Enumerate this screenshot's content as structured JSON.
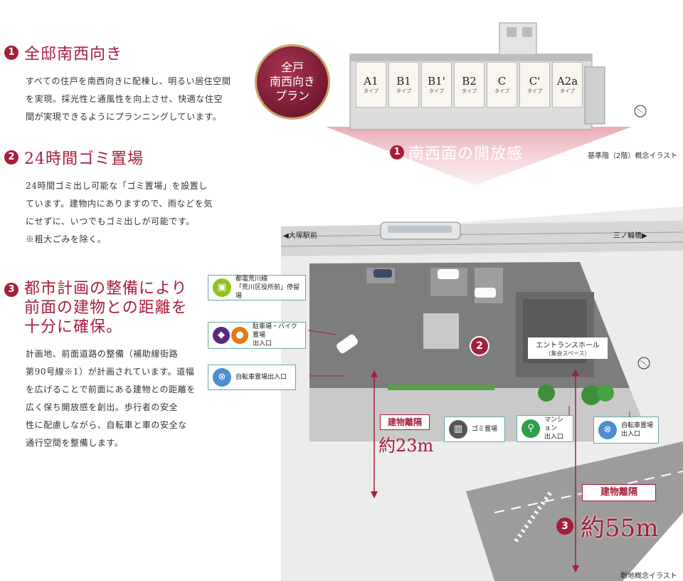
{
  "sections": [
    {
      "num": "1",
      "title": "全邸南西向き",
      "body": [
        "すべての住戸を南西向きに配棟し、明るい居住空間",
        "を実現。採光性と通風性を向上させ、快適な住空",
        "間が実現できるようにプランニングしています。"
      ]
    },
    {
      "num": "2",
      "title": "24時間ゴミ置場",
      "body": [
        "24時間ゴミ出し可能な「ゴミ置場」を設置し",
        "ています。建物内にありますので、雨などを気",
        "にせずに、いつでもゴミ出しが可能です。",
        "※粗大ごみを除く。"
      ]
    },
    {
      "num": "3",
      "title": [
        "都市計画の整備により",
        "前面の建物との距離を",
        "十分に確保。"
      ],
      "body": [
        "計画地、前面道路の整備（補助線街路",
        "第90号線※1）が計画されています。道幅",
        "を広げることで前面にある建物との距離を",
        "広く保ち開放感を創出。歩行者の安全",
        "性に配慮しながら、自転車と車の安全な",
        "通行空間を整備します。"
      ]
    }
  ],
  "badge": {
    "lines": [
      "全戸",
      "南西向き",
      "プラン"
    ]
  },
  "units": [
    {
      "name": "A1",
      "type": "タイプ"
    },
    {
      "name": "B1",
      "type": "タイプ"
    },
    {
      "name": "B1'",
      "type": "タイプ"
    },
    {
      "name": "B2",
      "type": "タイプ"
    },
    {
      "name": "C",
      "type": "タイプ"
    },
    {
      "name": "C'",
      "type": "タイプ"
    },
    {
      "name": "A2a",
      "type": "タイプ"
    }
  ],
  "openness": {
    "num": "1",
    "label": "南西面の開放感"
  },
  "floor_caption": "基準階（2階）概念イラスト",
  "site_caption": "敷地概念イラスト",
  "stations": {
    "left": "◀大塚駅前",
    "right": "三ノ輪橋▶"
  },
  "legends": {
    "tram": [
      "都電荒川線",
      "「荒川区役所前」停留場"
    ],
    "parking": [
      "駐車場・バイク置場",
      "出入口"
    ],
    "bicycle_left": [
      "自転車置場出入口"
    ],
    "garbage": [
      "ゴミ置場"
    ],
    "mansion": [
      "マンション",
      "出入口"
    ],
    "bicycle_right": [
      "自転車置場",
      "出入口"
    ]
  },
  "entrance": {
    "title": "エントランスホール",
    "sub": "（集会スペース）"
  },
  "marker2": "2",
  "distance1": {
    "label": "建物離隔",
    "value": "約23m"
  },
  "distance2": {
    "num": "3",
    "label": "建物離隔",
    "value": "約55m"
  },
  "colors": {
    "accent": "#a51e3a",
    "badge": "#7a1530",
    "tram_green": "#8fc31f",
    "parking_purple": "#5a2a82",
    "parking_orange": "#e07b1a",
    "bicycle_blue": "#4b8fd0"
  }
}
